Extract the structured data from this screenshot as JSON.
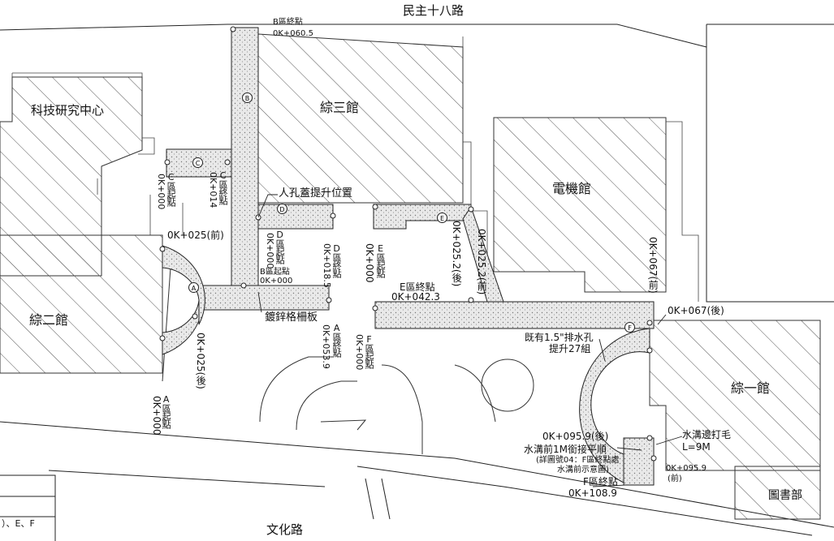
{
  "roads": {
    "north": "民主十八路",
    "south": "文化路"
  },
  "buildings": {
    "tech_center": "科技研究中心",
    "third_hall": "綜三館",
    "electrical_hall": "電機館",
    "second_hall": "綜二館",
    "first_hall": "綜一館",
    "library": "圖書部"
  },
  "callouts": {
    "manhole": "人孔蓋提升位置",
    "grating": "鍍鋅格柵板",
    "drain_holes_1": "既有1.5\"排水孔",
    "drain_holes_2": "提升27組",
    "ditch_edge_1": "水溝邊打毛",
    "ditch_edge_2": "L=9M",
    "ditch_front_1": "水溝前1M銜接平順",
    "ditch_front_2": "(詳圖號04：F區終點處",
    "ditch_front_3": "水溝前示意圖)"
  },
  "stations": {
    "b_end_label": "B區終點",
    "b_end_value": "0K+060.5",
    "c_start": "C區起點",
    "c_start_value": "0K+000",
    "c_end": "C區終點",
    "c_end_value": "0K+014",
    "d_start": "D區起點",
    "d_start_value": "0K+000",
    "d_end": "D區終點",
    "d_end_value": "0K+018.5",
    "b_start_label": "B區起點",
    "b_start_value": "0K+000",
    "e_start": "E區起點",
    "e_start_value": "0K+000",
    "e_end_label": "E區終點",
    "e_end_value": "0K+042.3",
    "e_mid_back": "0K+025.2(後)",
    "e_mid_front": "0K+025.2(前)",
    "a_front": "0K+025(前)",
    "a_back": "0K+025(後)",
    "a_start": "A區起點",
    "a_start_value": "0K+000",
    "a_end": "A區終點",
    "a_end_value": "0K+053.9",
    "f_start": "F區起點",
    "f_start_value": "0K+000",
    "f_067_front": "0K+067(前)",
    "f_067_back": "0K+067(後)",
    "f_0959_back": "0K+095.9(後)",
    "f_0959_front": "0K+095.9",
    "f_0959_front_tag": "(前)",
    "f_end_label": "F區終點",
    "f_end_value": "0K+108.9"
  },
  "zones": [
    "A",
    "B",
    "C",
    "D",
    "E",
    "F"
  ],
  "legend_fragment": "）、E、F",
  "colors": {
    "line": "#222222",
    "paving": "#e6e6e6",
    "hatch": "#555555"
  }
}
